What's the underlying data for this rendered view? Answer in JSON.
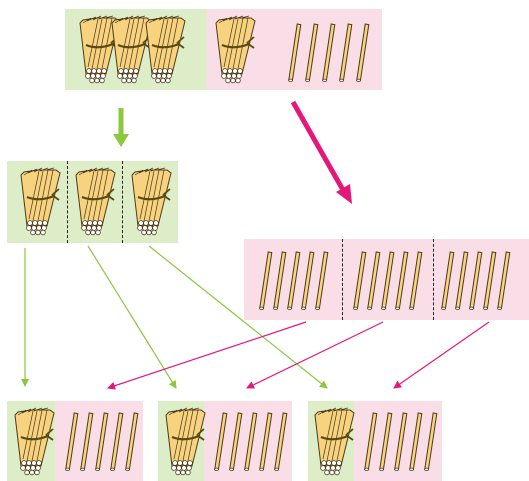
{
  "colors": {
    "green_panel": "#dcedc8",
    "pink_panel": "#f9dde7",
    "green_arrow": "#8dc63f",
    "pink_arrow": "#e6177a",
    "stick_fill": "#f7d27f",
    "stick_edge": "#4a3a1a",
    "tie": "#9a8a2a"
  },
  "icons": {
    "bundle": "bundle-of-ten-sticks-icon",
    "stick": "single-stick-icon"
  },
  "top_group": {
    "bundles": 4,
    "loose_sticks": 5
  },
  "split_tens": {
    "bundles": 3
  },
  "split_ones": {
    "parts": 3,
    "sticks_per_part": 5
  },
  "results": [
    {
      "bundles": 1,
      "loose_sticks": 5
    },
    {
      "bundles": 1,
      "loose_sticks": 5
    },
    {
      "bundles": 1,
      "loose_sticks": 5
    }
  ]
}
